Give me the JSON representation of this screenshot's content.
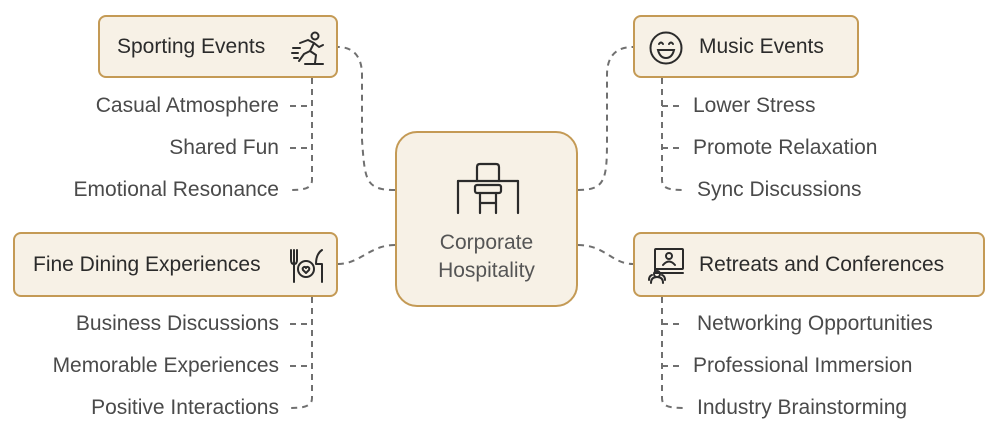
{
  "center": {
    "title": "Corporate Hospitality"
  },
  "branches": {
    "sporting": {
      "label": "Sporting Events",
      "icon": "running-person-icon",
      "items": [
        "Casual Atmosphere",
        "Shared Fun",
        "Emotional Resonance"
      ]
    },
    "dining": {
      "label": "Fine Dining Experiences",
      "icon": "dining-icon",
      "items": [
        "Business Discussions",
        "Memorable Experiences",
        "Positive Interactions"
      ]
    },
    "music": {
      "label": "Music Events",
      "icon": "smiley-icon",
      "items": [
        "Lower Stress",
        "Promote Relaxation",
        "Sync Discussions"
      ]
    },
    "retreats": {
      "label": "Retreats and Conferences",
      "icon": "presentation-icon",
      "items": [
        "Networking Opportunities",
        "Professional Immersion",
        "Industry Brainstorming"
      ]
    }
  },
  "colors": {
    "box_fill": "#f7f1e6",
    "box_border": "#c49a55",
    "connector": "#6f6f6f",
    "text": "#2b2b2b"
  }
}
